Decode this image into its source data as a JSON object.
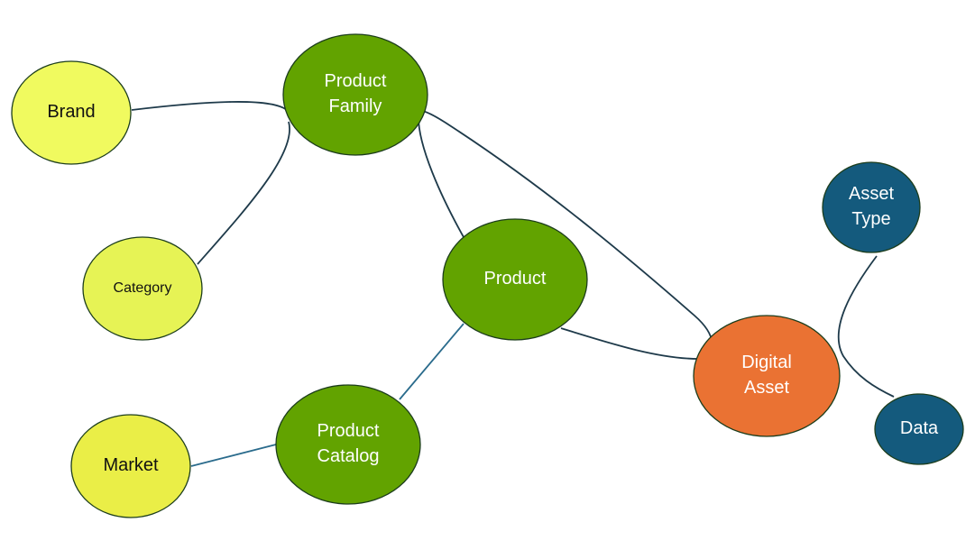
{
  "diagram": {
    "nodes": [
      {
        "id": "brand",
        "lines": [
          "Brand"
        ],
        "fill": "#f0fa5f",
        "text_color": "#111111",
        "label_size": "large"
      },
      {
        "id": "product-family",
        "lines": [
          "Product",
          "Family"
        ],
        "fill": "#62a300",
        "text_color": "#ffffff",
        "label_size": "large"
      },
      {
        "id": "category",
        "lines": [
          "Category"
        ],
        "fill": "#e6f355",
        "text_color": "#111111",
        "label_size": "small"
      },
      {
        "id": "product",
        "lines": [
          "Product"
        ],
        "fill": "#62a300",
        "text_color": "#ffffff",
        "label_size": "large"
      },
      {
        "id": "asset-type",
        "lines": [
          "Asset",
          "Type"
        ],
        "fill": "#145a7d",
        "text_color": "#ffffff",
        "label_size": "large"
      },
      {
        "id": "digital-asset",
        "lines": [
          "Digital",
          "Asset"
        ],
        "fill": "#ea7233",
        "text_color": "#ffffff",
        "label_size": "large"
      },
      {
        "id": "market",
        "lines": [
          "Market"
        ],
        "fill": "#eaee47",
        "text_color": "#111111",
        "label_size": "large"
      },
      {
        "id": "product-catalog",
        "lines": [
          "Product",
          "Catalog"
        ],
        "fill": "#62a300",
        "text_color": "#ffffff",
        "label_size": "large"
      },
      {
        "id": "data",
        "lines": [
          "Data"
        ],
        "fill": "#145a7d",
        "text_color": "#ffffff",
        "label_size": "large"
      }
    ],
    "edges": [
      {
        "id": "brand-product-family",
        "from": "brand",
        "to": "product-family",
        "color": "#1e3a4a"
      },
      {
        "id": "category-product-family",
        "from": "category",
        "to": "product-family",
        "color": "#1e3a4a"
      },
      {
        "id": "product-family-product",
        "from": "product-family",
        "to": "product",
        "color": "#1e3a4a"
      },
      {
        "id": "product-family-digital-asset",
        "from": "product-family",
        "to": "digital-asset",
        "color": "#1e3a4a"
      },
      {
        "id": "product-digital-asset",
        "from": "product",
        "to": "digital-asset",
        "color": "#1e3a4a"
      },
      {
        "id": "product-product-catalog",
        "from": "product",
        "to": "product-catalog",
        "color": "#2a6b8c"
      },
      {
        "id": "market-product-catalog",
        "from": "market",
        "to": "product-catalog",
        "color": "#2a6b8c"
      },
      {
        "id": "asset-type-data",
        "from": "asset-type",
        "to": "data",
        "color": "#1e3a4a"
      }
    ]
  }
}
